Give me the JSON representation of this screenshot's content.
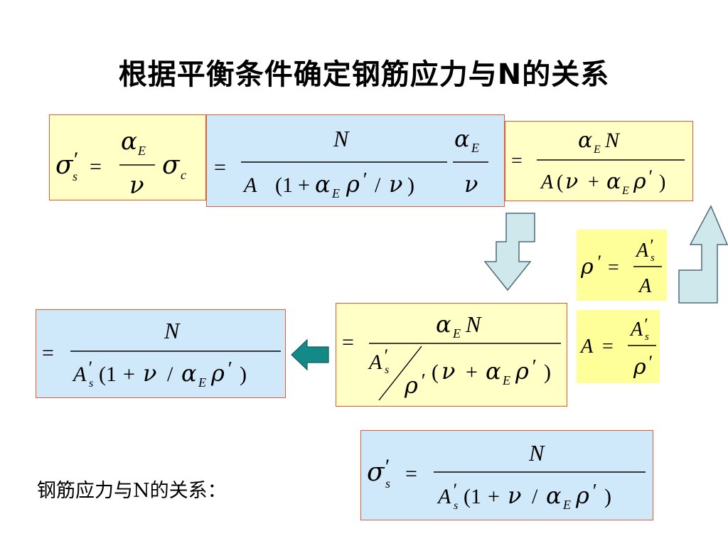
{
  "slide": {
    "title": "根据平衡条件确定钢筋应力与N的关系",
    "conclusion_label": "钢筋应力与N的关系："
  },
  "colors": {
    "box_border": "#e85a32",
    "yellow_fill": "#ffffc6",
    "blue_fill": "#cfe8fa",
    "definition_fill": "#ffff99",
    "arrow_fill": "#cfe8ec",
    "arrow_left_fill": "#138a87"
  },
  "equations": {
    "eq1": "σ′s = (αE / ν) σc",
    "eq2": "= N / (A (1 + αE ρ′ / ν)) · αE / ν",
    "eq3": "= αE N / (A(ν + αE ρ′))",
    "eq4": "= αE N / ((A′s / ρ′)(ν + αE ρ′))",
    "eq5": "= N / (A′s(1 + ν / αE ρ′))",
    "def_rho": "ρ′ = A′s / A",
    "def_A": "A = A′s / ρ′",
    "result": "σ′s = N / (A′s(1 + ν / αE ρ′))"
  },
  "icons": {
    "down": "down-arrow-icon",
    "up": "up-arrow-icon",
    "left": "left-arrow-icon"
  }
}
